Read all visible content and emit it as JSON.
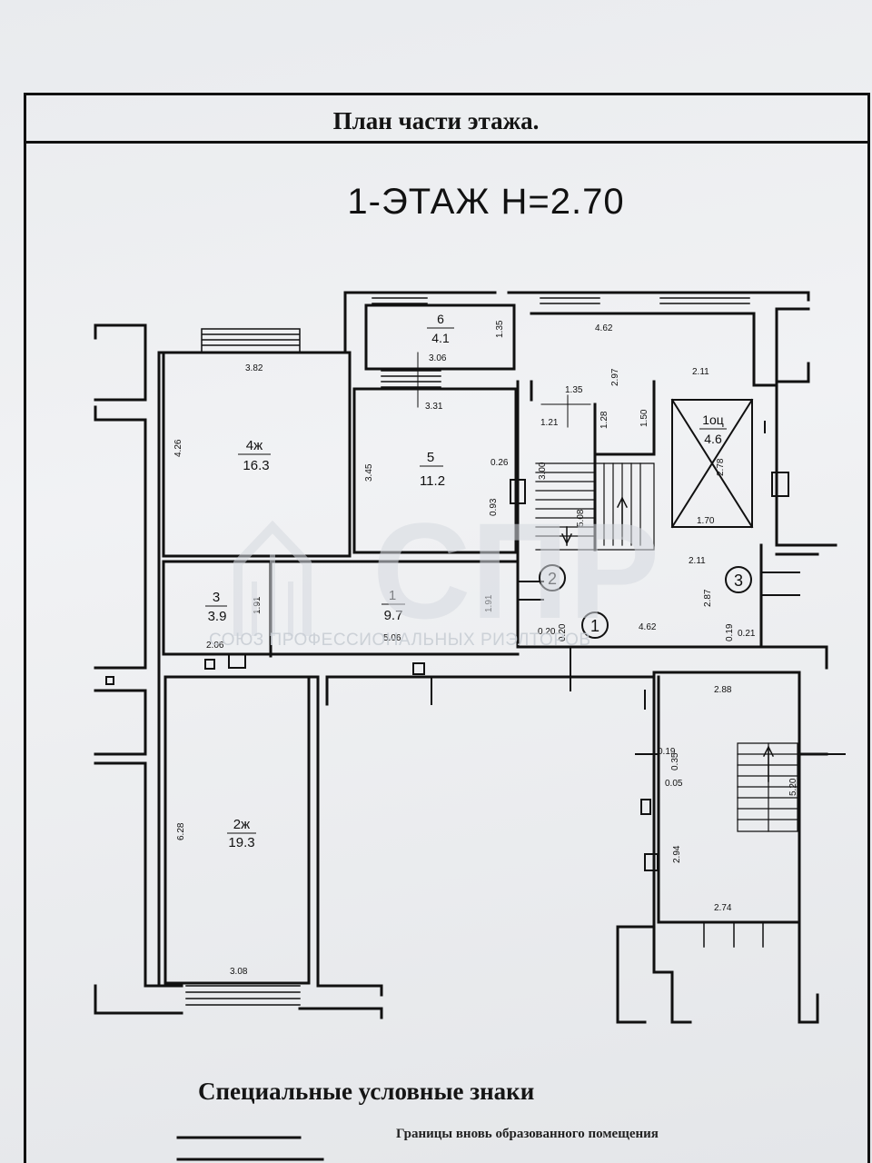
{
  "header": {
    "title": "План части этажа."
  },
  "floor": {
    "title": "1-ЭТАЖ  Н=2.70"
  },
  "rooms": [
    {
      "id": "6",
      "area": "4.1"
    },
    {
      "id": "4ж",
      "area": "16.3"
    },
    {
      "id": "5",
      "area": "11.2"
    },
    {
      "id": "3",
      "area": "3.9"
    },
    {
      "id": "1",
      "area": "9.7"
    },
    {
      "id": "2ж",
      "area": "19.3"
    },
    {
      "id": "1оц",
      "area": "4.6"
    }
  ],
  "dimensions": {
    "d_462_top": "4.62",
    "d_135_top": "1.35",
    "d_306": "3.06",
    "d_382": "3.82",
    "d_331": "3.31",
    "d_297": "2.97",
    "d_211_top": "2.11",
    "d_135_mid": "1.35",
    "d_121": "1.21",
    "d_128": "1.28",
    "d_150": "1.50",
    "d_426": "4.26",
    "d_345": "3.45",
    "d_026": "0.26",
    "d_300": "3.00",
    "d_093": "0.93",
    "d_508": "5.08",
    "d_278": "2.78",
    "d_170": "1.70",
    "d_211_mid": "2.11",
    "d_287": "2.87",
    "d_191_small": "1.91",
    "d_191_right": "1.91",
    "d_206": "2.06",
    "d_506": "5.06",
    "d_020a": "0.20",
    "d_020b": "0.20",
    "d_462_mid": "4.62",
    "d_019_mid": "0.19",
    "d_021": "0.21",
    "d_288": "2.88",
    "d_019_low": "0.19",
    "d_035": "0.35",
    "d_005": "0.05",
    "d_520": "5.20",
    "d_628": "6.28",
    "d_294": "2.94",
    "d_274": "2.74",
    "d_308": "3.08"
  },
  "markers": {
    "m1": "1",
    "m2": "2",
    "m3": "3"
  },
  "watermark": {
    "logo_text": "СПР",
    "caption": "СОЮЗ ПРОФЕССИОНАЛЬНЫХ РИЭЛТОРОВ"
  },
  "legend": {
    "title": "Специальные условные знаки",
    "item1": "Границы вновь образованного помещения"
  }
}
